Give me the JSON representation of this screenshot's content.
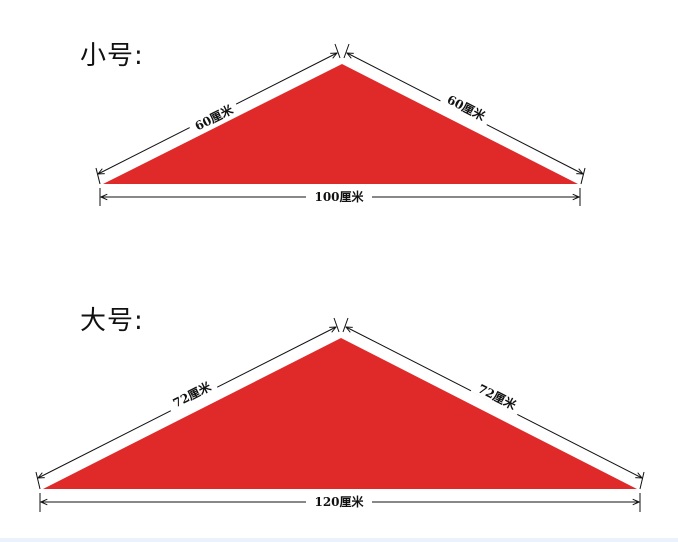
{
  "colors": {
    "scarf": "#e02a2a",
    "line": "#111111",
    "background": "#ffffff"
  },
  "small": {
    "title": "小号:",
    "left_side": "60厘米",
    "right_side": "60厘米",
    "base": "100厘米"
  },
  "large": {
    "title": "大号:",
    "left_side": "72厘米",
    "right_side": "72厘米",
    "base": "120厘米"
  }
}
